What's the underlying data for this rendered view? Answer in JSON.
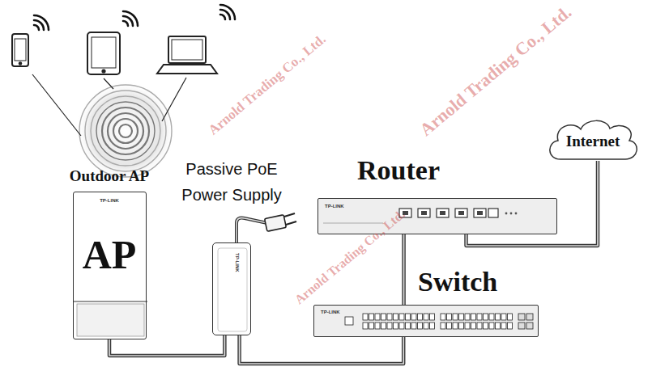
{
  "diagram": {
    "nodes": [
      {
        "text": [
          "Outdoor AP",
          "TP-LINK",
          "AP"
        ]
      },
      {
        "text": [
          "Passive PoE Power Supply",
          "TP-LINK"
        ]
      },
      {
        "text": [
          "Router",
          "TP-LINK"
        ]
      },
      {
        "text": [
          "Internet"
        ]
      },
      {
        "text": [
          "Switch",
          "TP-LINK"
        ]
      }
    ],
    "edges": [
      {
        "from": 0,
        "to": 1,
        "arrow": "none"
      },
      {
        "from": 1,
        "to": 4,
        "arrow": "none"
      },
      {
        "from": 2,
        "to": 4,
        "arrow": "none"
      },
      {
        "from": 2,
        "to": 3,
        "arrow": "none"
      }
    ],
    "labels": [
      "Arnold Trading Co., Ltd.",
      "Arnold Trading Co., Ltd.",
      "Arnold Trading Co., Ltd."
    ]
  }
}
